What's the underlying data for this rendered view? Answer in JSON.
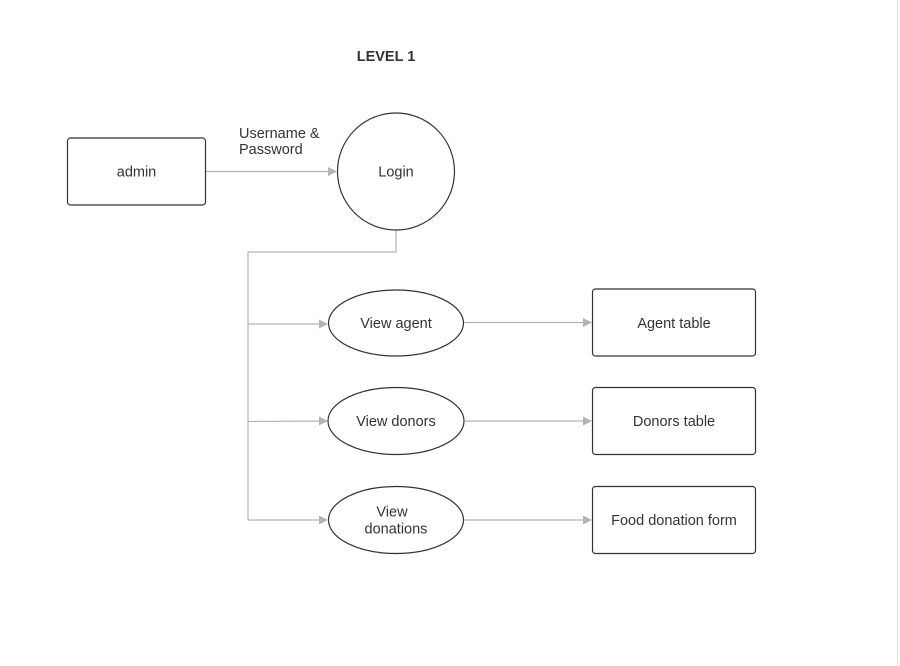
{
  "diagram": {
    "title": "LEVEL 1",
    "nodes": {
      "admin": "admin",
      "login": "Login",
      "view_agent": "View agent",
      "view_donors": "View donors",
      "view_donations_line1": "View",
      "view_donations_line2": "donations",
      "agent_table": "Agent table",
      "donors_table": "Donors table",
      "food_donation_form": "Food donation form"
    },
    "edges": {
      "admin_to_login_line1": "Username &",
      "admin_to_login_line2": "Password"
    }
  },
  "colors": {
    "stroke": "#333333",
    "connector": "#b3b3b3",
    "text": "#333333",
    "background": "#ffffff"
  }
}
